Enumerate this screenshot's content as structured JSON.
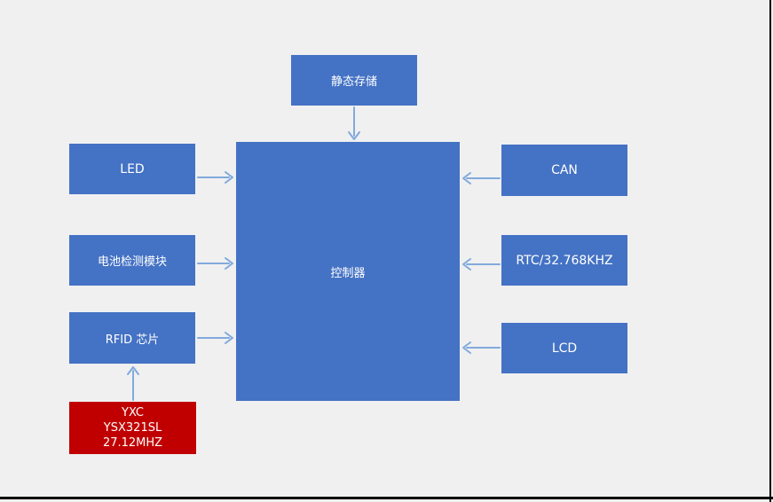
{
  "diagram": {
    "title": "controller-block-diagram",
    "colors": {
      "background": "#f0f0f1",
      "node_blue": "#4472c4",
      "node_red": "#c00000",
      "arrow": "#82aadc",
      "text": "#ffffff",
      "frame": "#000000"
    },
    "nodes": {
      "static_storage": {
        "label": "静态存储"
      },
      "controller": {
        "label": "控制器"
      },
      "led": {
        "label": "LED"
      },
      "battery": {
        "label": "电池检测模块"
      },
      "rfid": {
        "label": "RFID 芯片"
      },
      "can": {
        "label": "CAN"
      },
      "rtc": {
        "label": "RTC/32.768KHZ"
      },
      "lcd": {
        "label": "LCD"
      },
      "crystal": {
        "lines": [
          "YXC",
          "YSX321SL",
          "27.12MHZ"
        ]
      }
    }
  }
}
